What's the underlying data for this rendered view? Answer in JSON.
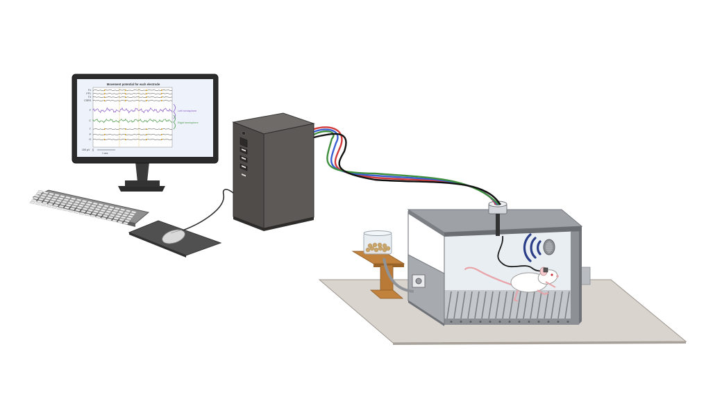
{
  "screen": {
    "title": "Movement potential for each electrode",
    "channels": [
      "Fz",
      "FP1",
      "T3",
      "CSRS",
      "F",
      "C",
      "T",
      "P",
      "O"
    ],
    "left_hemisphere_label": "Left hemisphere",
    "right_hemisphere_label": "Right hemisphere",
    "scale_label": "100 μV",
    "time_label": "1 sec",
    "trace_colors": {
      "left": "#8a5cc8",
      "right": "#4a9a4a",
      "default": "#333333",
      "marker": "#e0a020"
    }
  },
  "cable_colors": [
    "#d23a3a",
    "#3a5fd2",
    "#3f8f3f",
    "#111111"
  ]
}
